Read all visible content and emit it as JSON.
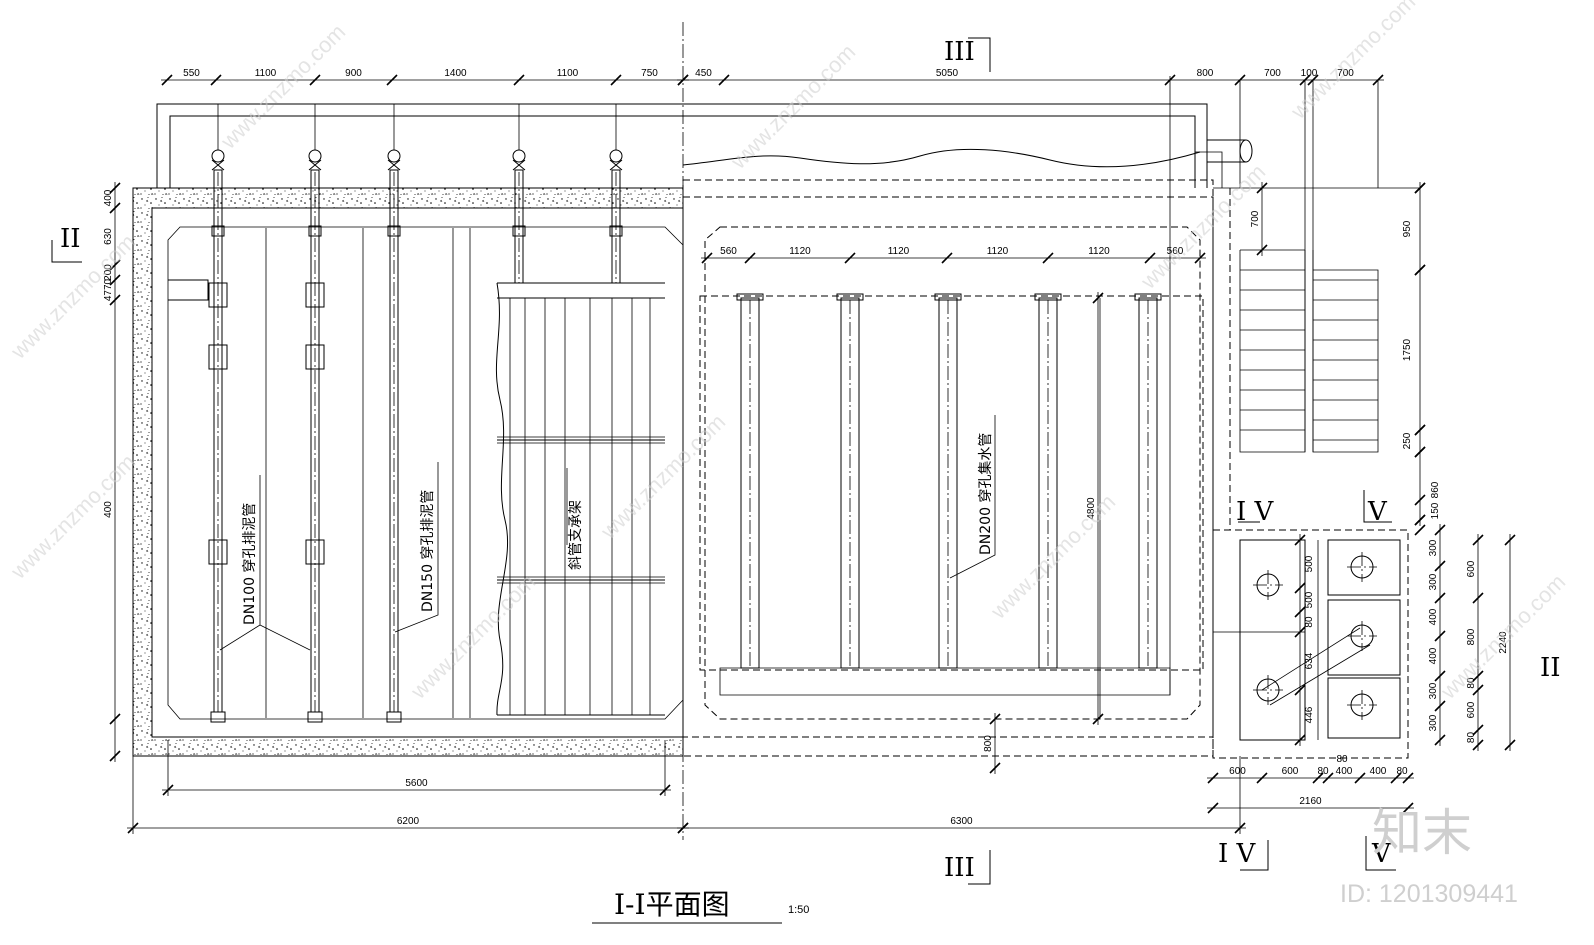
{
  "drawing": {
    "title": "I-I平面图",
    "scale": "1:50",
    "section_markers": {
      "II_left": "II",
      "II_right": "II",
      "III_top": "III",
      "III_bottom": "III",
      "IV_top": "I V",
      "IV_bottom": "I V",
      "V_top": "V",
      "V_bottom": "V"
    },
    "labels": {
      "pipe_dn100": "DN100 穿孔排泥管",
      "pipe_dn150": "DN150 穿孔排泥管",
      "support": "斜管支承架",
      "pipe_dn200": "DN200 穿孔集水管"
    },
    "dims": {
      "top_left": [
        "550",
        "1100",
        "900",
        "1400",
        "1100",
        "750"
      ],
      "top_right": [
        "450",
        "5050",
        "800",
        "700",
        "100",
        "700"
      ],
      "collect": [
        "560",
        "1120",
        "1120",
        "1120",
        "1120",
        "560"
      ],
      "left_vertical": [
        "400",
        "630",
        "200",
        "4770",
        "400"
      ],
      "right_vertical": [
        "950",
        "1750",
        "250",
        "860",
        "150"
      ],
      "inner_width": "5600",
      "width_left": "6200",
      "width_right": "6300",
      "depth_4800": "4800",
      "depth_800": "800",
      "stair_700": "700",
      "box_vertical_a": [
        "500",
        "500",
        "80",
        "634",
        "446"
      ],
      "box_vertical_b": [
        "300",
        "300",
        "400",
        "400",
        "300",
        "300"
      ],
      "box_vertical_c": [
        "600",
        "800",
        "80",
        "600",
        "80"
      ],
      "box_total_h": "2240",
      "box_horizontal": [
        "600",
        "600",
        "80",
        "400",
        "400",
        "80"
      ],
      "box_total_w": "2160",
      "box_80_mid": "80"
    },
    "watermark": {
      "site": "www.znzmo.com",
      "brand": "知末",
      "id": "ID: 1201309441"
    }
  }
}
